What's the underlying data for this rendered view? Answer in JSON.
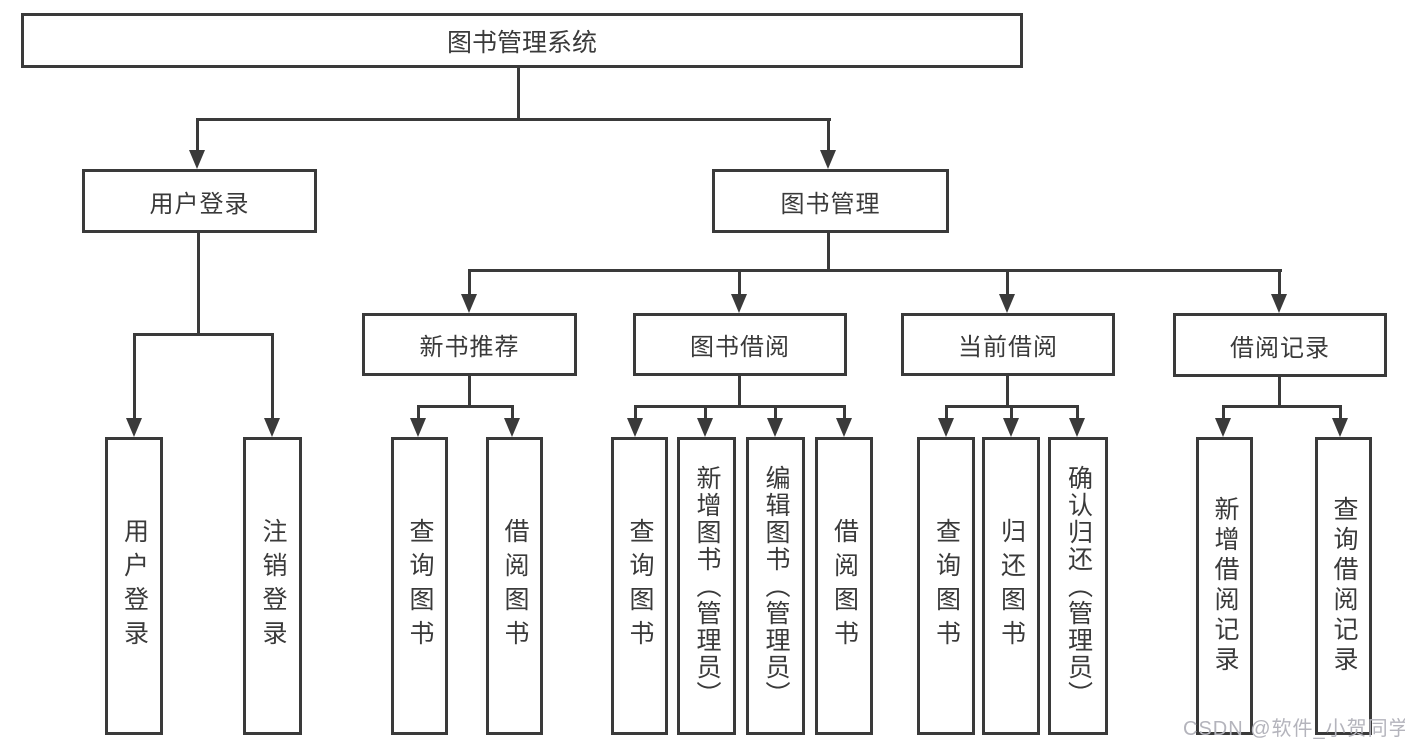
{
  "diagram": {
    "type": "tree",
    "title": "图书管理系统",
    "tree": {
      "label": "图书管理系统",
      "children": [
        {
          "label": "用户登录",
          "children": [
            {
              "label": "用户登录"
            },
            {
              "label": "注销登录"
            }
          ]
        },
        {
          "label": "图书管理",
          "children": [
            {
              "label": "新书推荐",
              "children": [
                {
                  "label": "查询图书"
                },
                {
                  "label": "借阅图书"
                }
              ]
            },
            {
              "label": "图书借阅",
              "children": [
                {
                  "label": "查询图书"
                },
                {
                  "label": "新增图书（管理员）"
                },
                {
                  "label": "编辑图书（管理员）"
                },
                {
                  "label": "借阅图书"
                }
              ]
            },
            {
              "label": "当前借阅",
              "children": [
                {
                  "label": "查询图书"
                },
                {
                  "label": "归还图书"
                },
                {
                  "label": "确认归还（管理员）"
                }
              ]
            },
            {
              "label": "借阅记录",
              "children": [
                {
                  "label": "新增借阅记录"
                },
                {
                  "label": "查询借阅记录"
                }
              ]
            }
          ]
        }
      ]
    },
    "colors": {
      "border": "#3a3a3a",
      "line": "#3a3a3a",
      "text": "#3a3a3a",
      "background": "#ffffff",
      "watermark_text_color": "#b4b4bc"
    }
  },
  "watermark": {
    "text": "CSDN @软件_小贺同学"
  }
}
